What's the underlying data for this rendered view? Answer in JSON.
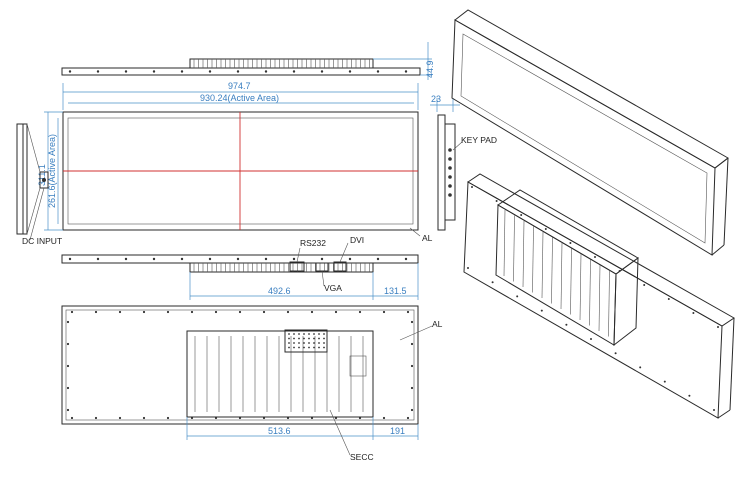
{
  "dimensions": {
    "overall_width": "974.7",
    "active_width": "930.24(Active Area)",
    "overall_height": "311.1",
    "active_height": "261.6(Active Area)",
    "depth_top": "44.9",
    "depth_side": "23",
    "connector_offset": "492.6",
    "right_offset": "131.5",
    "secc_width": "513.6",
    "secc_right": "191"
  },
  "labels": {
    "dc_input": "DC INPUT",
    "key_pad": "KEY PAD",
    "rs232": "RS232",
    "dvi": "DVI",
    "vga": "VGA",
    "material_front": "AL",
    "material_back": "AL",
    "secc": "SECC"
  },
  "colors": {
    "dimension": "#4a90c8",
    "centerline": "#d23030",
    "outline": "#2a2a2a"
  }
}
